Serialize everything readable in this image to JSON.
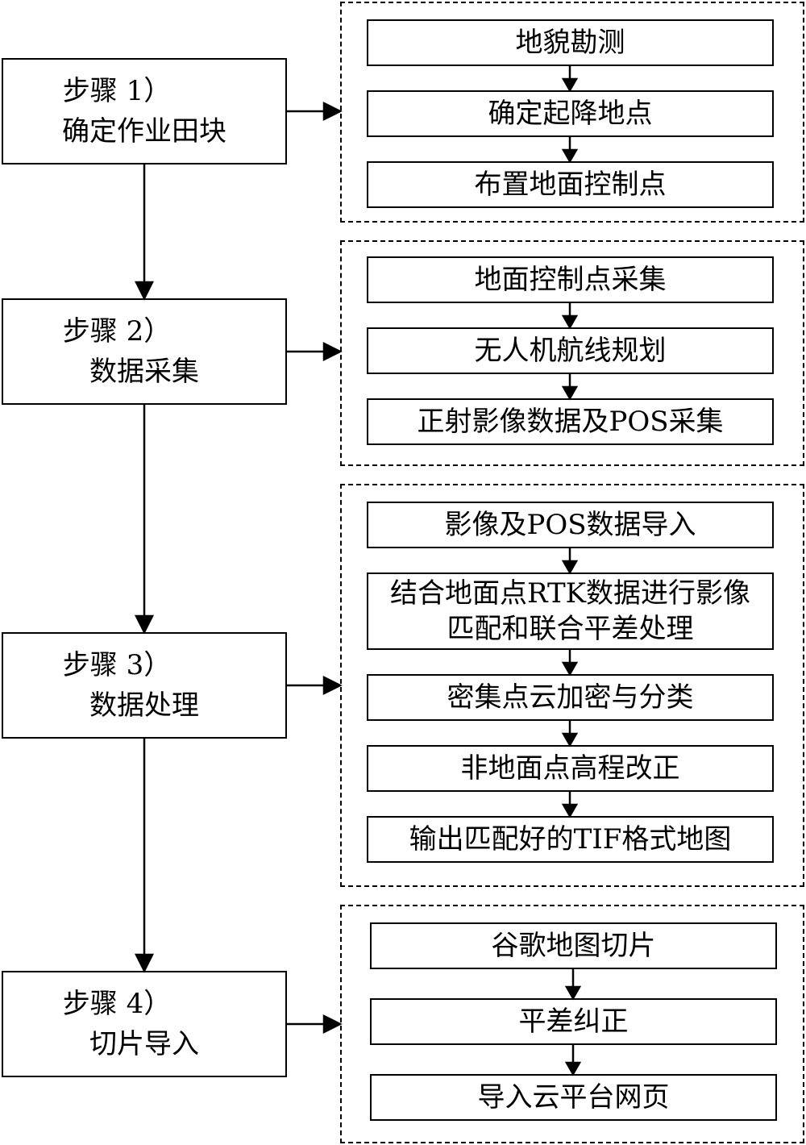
{
  "steps": [
    {
      "label": "步骤 1）",
      "name": "确定作业田块"
    },
    {
      "label": "步骤 2）",
      "name": "数据采集"
    },
    {
      "label": "步骤 3）",
      "name": "数据处理"
    },
    {
      "label": "步骤 4）",
      "name": "切片导入"
    }
  ],
  "groups": [
    {
      "items": [
        "地貌勘测",
        "确定起降地点",
        "布置地面控制点"
      ]
    },
    {
      "items": [
        "地面控制点采集",
        "无人机航线规划",
        "正射影像数据及POS采集"
      ]
    },
    {
      "items": [
        "影像及POS数据导入",
        "结合地面点RTK数据进行影像匹配和联合平差处理",
        "密集点云加密与分类",
        "非地面点高程改正",
        "输出匹配好的TIF格式地图"
      ]
    },
    {
      "items": [
        "谷歌地图切片",
        "平差纠正",
        "导入云平台网页"
      ]
    }
  ]
}
